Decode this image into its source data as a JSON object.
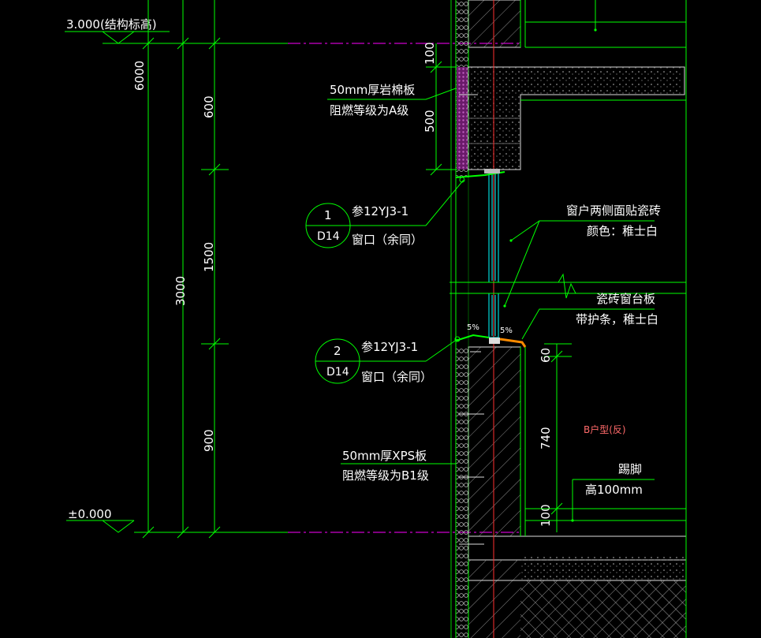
{
  "elevations": {
    "top": "3.000(结构标高)",
    "ground": "±0.000"
  },
  "dimensions": {
    "total_left": "6000",
    "middle_total": "3000",
    "seg_top": "600",
    "seg_mid": "1500",
    "seg_low": "900",
    "small_100_top": "100",
    "small_500": "500",
    "sill_60": "60",
    "sill_740": "740",
    "sill_100": "100"
  },
  "callouts": {
    "rockwool_line1": "50mm厚岩棉板",
    "rockwool_line2": "阻燃等级为A级",
    "xps_line1": "50mm厚XPS板",
    "xps_line2": "阻燃等级为B1级",
    "tile_line1": "窗户两侧面贴瓷砖",
    "tile_line2": "颜色：稚士白",
    "sill_line1": "瓷砖窗台板",
    "sill_line2": "带护条，稚士白",
    "skirting_line1": "踢脚",
    "skirting_line2": "高100mm",
    "room_label": "B户型(反)",
    "slope_left": "5%",
    "slope_right": "5%"
  },
  "detail_refs": [
    {
      "num": "1",
      "sheet": "D14",
      "ref": "参12YJ3-1",
      "note": "窗口（余同）"
    },
    {
      "num": "2",
      "sheet": "D14",
      "ref": "参12YJ3-1",
      "note": "窗口（余同）"
    }
  ],
  "colors": {
    "background": "#000000",
    "green": "#00ff00",
    "white": "#ffffff",
    "magenta": "#ff00ff",
    "red": "#ff3030",
    "cyan": "#00ffff",
    "gray_hatch": "#9a9a9a",
    "orange": "#ff8c00",
    "pink_text": "#ff6a6a"
  }
}
